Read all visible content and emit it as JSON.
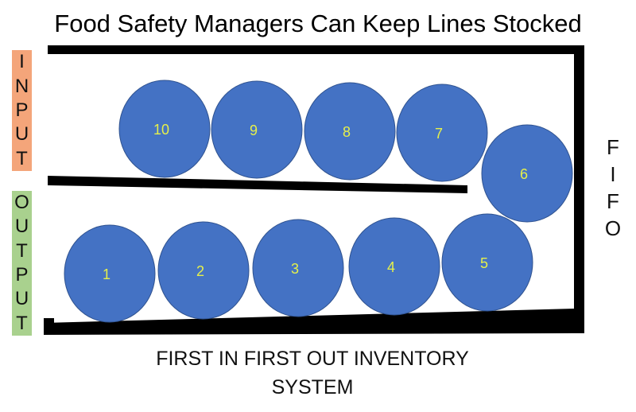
{
  "title": "Food Safety Managers Can Keep Lines Stocked",
  "input_label": [
    "I",
    "N",
    "P",
    "U",
    "T"
  ],
  "output_label": [
    "O",
    "U",
    "T",
    "P",
    "U",
    "T"
  ],
  "fifo_label": [
    "F",
    "I",
    "F",
    "O"
  ],
  "caption_line1": "FIRST IN FIRST OUT INVENTORY",
  "caption_line2": "SYSTEM",
  "items": [
    "10",
    "9",
    "8",
    "7",
    "6",
    "1",
    "2",
    "3",
    "4",
    "5"
  ],
  "colors": {
    "circle": "#4472c4",
    "number": "#e6f04a",
    "input": "#f4a57a",
    "output": "#a9d18e"
  }
}
